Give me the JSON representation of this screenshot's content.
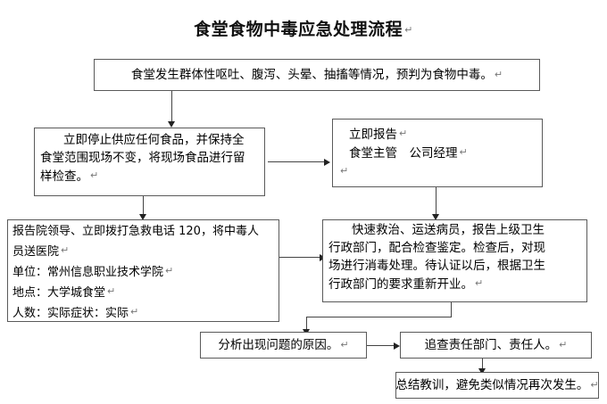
{
  "document": {
    "title": "食堂食物中毒应急处理流程",
    "pilcrow": "↵"
  },
  "flowchart": {
    "type": "process-flow-diagram",
    "colors": {
      "box_border": "#5a5a5a",
      "connector": "#444444",
      "background": "#ffffff",
      "text": "#000000"
    },
    "nodes": [
      {
        "id": "n1",
        "name": "detect-food-poisoning",
        "lines": [
          "食堂发生群体性呕吐、腹泻、头晕、抽搐等情况，预判为食物中毒。"
        ]
      },
      {
        "id": "n2",
        "name": "stop-food-supply",
        "lines": [
          "立即停止供应任何食品，并保持全",
          "食堂范围现场不变，将现场食品进行留",
          "样检查。"
        ]
      },
      {
        "id": "n3",
        "name": "report-immediately",
        "lines": [
          "立即报告",
          "食堂主管　公司经理",
          ""
        ]
      },
      {
        "id": "n4",
        "name": "report-leaders-call-120",
        "lines": [
          "报告院领导、立即拨打急救电话 120，将中毒人",
          "员送医院",
          "单位：常州信息职业技术学院",
          "地点：大学城食堂"
        ],
        "split_line": {
          "left": "人数：实际",
          "right": "症状：实际"
        }
      },
      {
        "id": "n5",
        "name": "rescue-and-disinfect",
        "lines": [
          "快速救治、运送病员，报告上级卫生",
          "行政部门，配合检查鉴定。检查后，对现",
          "场进行消毒处理。待认证以后，根据卫生",
          "行政部门的要求重新开业。"
        ]
      },
      {
        "id": "n6",
        "name": "analyze-cause",
        "lines": [
          "分析出现问题的原因。"
        ]
      },
      {
        "id": "n7",
        "name": "trace-responsibility",
        "lines": [
          "追查责任部门、责任人。"
        ]
      },
      {
        "id": "n8",
        "name": "summarize-lessons",
        "lines": [
          "总结教训，避免类似情况再次发生。"
        ]
      }
    ],
    "edges": [
      {
        "from": "n1",
        "to": "n2",
        "direction": "down"
      },
      {
        "from": "n2",
        "to": "n3",
        "direction": "right"
      },
      {
        "from": "n2",
        "to": "n4",
        "direction": "down"
      },
      {
        "from": "n3",
        "to": "n5",
        "direction": "down"
      },
      {
        "from": "n4",
        "to": "n5",
        "direction": "right"
      },
      {
        "from": "n5",
        "to": "n6",
        "direction": "elbow-down-left"
      },
      {
        "from": "n6",
        "to": "n7",
        "direction": "right"
      },
      {
        "from": "n7",
        "to": "n8",
        "direction": "down"
      }
    ]
  }
}
